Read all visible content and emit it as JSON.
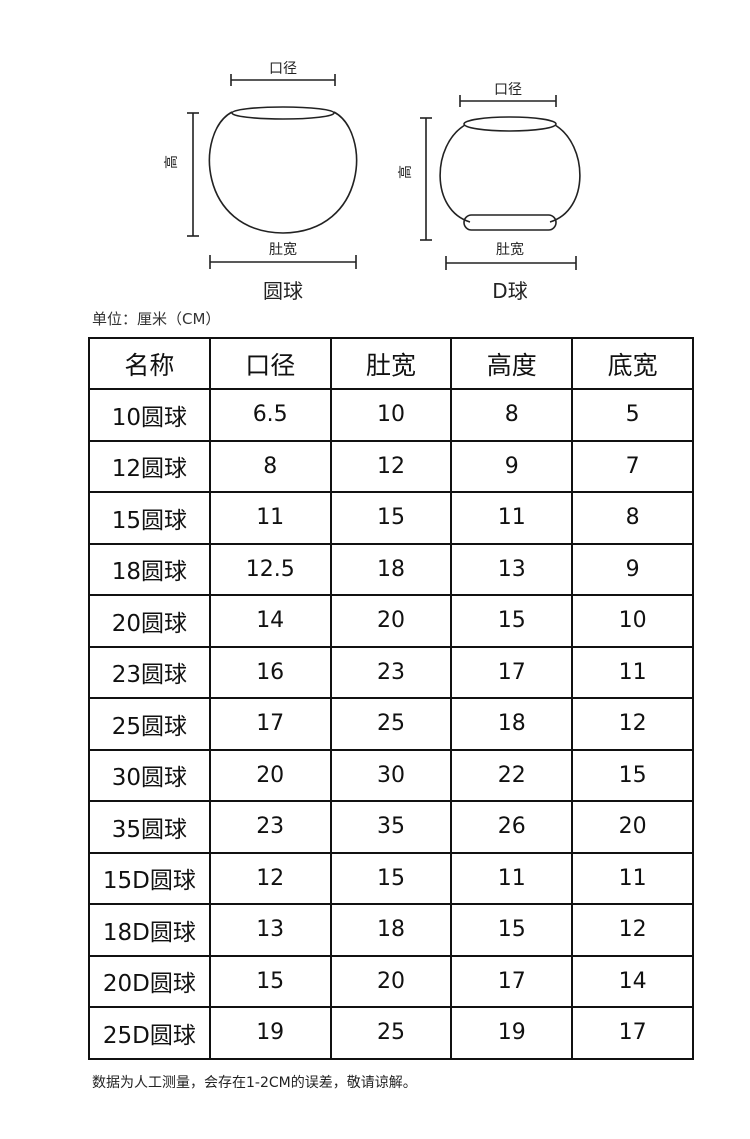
{
  "diagrams": {
    "round": {
      "name": "圆球",
      "mouth_label": "口径",
      "height_label": "高",
      "belly_label": "肚宽"
    },
    "d": {
      "name": "D球",
      "mouth_label": "口径",
      "height_label": "高",
      "belly_label": "肚宽"
    }
  },
  "unit_text": "单位：厘米（CM）",
  "table": {
    "headers": [
      "名称",
      "口径",
      "肚宽",
      "高度",
      "底宽"
    ],
    "rows": [
      [
        "10圆球",
        "6.5",
        "10",
        "8",
        "5"
      ],
      [
        "12圆球",
        "8",
        "12",
        "9",
        "7"
      ],
      [
        "15圆球",
        "11",
        "15",
        "11",
        "8"
      ],
      [
        "18圆球",
        "12.5",
        "18",
        "13",
        "9"
      ],
      [
        "20圆球",
        "14",
        "20",
        "15",
        "10"
      ],
      [
        "23圆球",
        "16",
        "23",
        "17",
        "11"
      ],
      [
        "25圆球",
        "17",
        "25",
        "18",
        "12"
      ],
      [
        "30圆球",
        "20",
        "30",
        "22",
        "15"
      ],
      [
        "35圆球",
        "23",
        "35",
        "26",
        "20"
      ],
      [
        "15D圆球",
        "12",
        "15",
        "11",
        "11"
      ],
      [
        "18D圆球",
        "13",
        "18",
        "15",
        "12"
      ],
      [
        "20D圆球",
        "15",
        "20",
        "17",
        "14"
      ],
      [
        "25D圆球",
        "19",
        "25",
        "19",
        "17"
      ]
    ]
  },
  "footnote": "数据为人工测量，会存在1-2CM的误差，敬请谅解。"
}
